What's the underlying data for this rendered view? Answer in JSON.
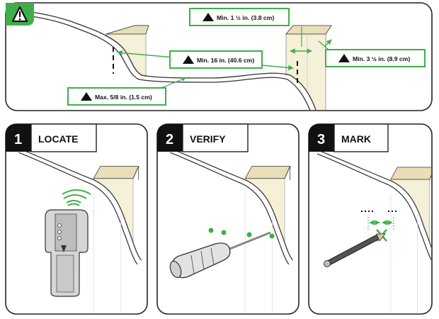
{
  "colors": {
    "accent_green": "#3fae49",
    "stud_wood": "#f5f0d8",
    "stud_wood_top": "#e8dfb8",
    "panel_border": "#222222",
    "step_badge": "#111111"
  },
  "overview": {
    "warning_icon": "warning-triangle-icon",
    "callouts": [
      {
        "id": "stud-thickness",
        "text": "Min. 1 ½ in. (3.8 cm)"
      },
      {
        "id": "stud-width",
        "text": "Min. 3 ½ in. (8.9 cm)"
      },
      {
        "id": "stud-spacing",
        "text": "Min. 16 in. (40.6 cm)"
      },
      {
        "id": "wall-thickness",
        "text": "Max. 5/8 in.  (1.5 cm)"
      }
    ]
  },
  "steps": [
    {
      "number": "1",
      "label": "LOCATE",
      "illustration": "stud-finder-icon"
    },
    {
      "number": "2",
      "label": "VERIFY",
      "illustration": "screwdriver-icon"
    },
    {
      "number": "3",
      "label": "MARK",
      "illustration": "pencil-icon"
    }
  ]
}
